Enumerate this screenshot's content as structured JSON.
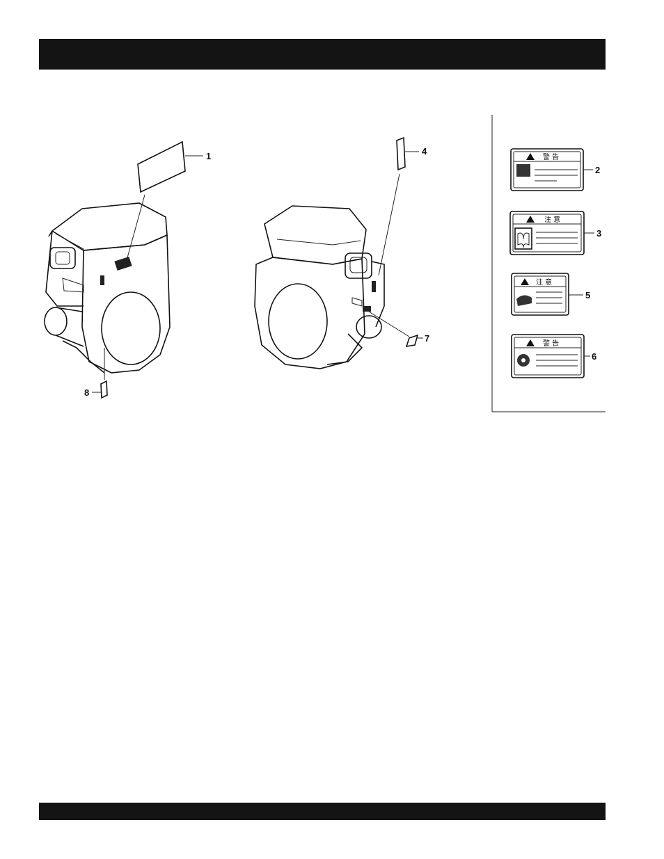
{
  "page": {
    "header_bar_color": "#141414",
    "footer_bar_color": "#141414"
  },
  "diagram": {
    "callouts": [
      "1",
      "2",
      "3",
      "4",
      "5",
      "6",
      "7",
      "8"
    ],
    "decal_headers": {
      "decal_2": "警 告",
      "decal_3": "注 意",
      "decal_5": "注 意",
      "decal_6": "警 告"
    }
  }
}
